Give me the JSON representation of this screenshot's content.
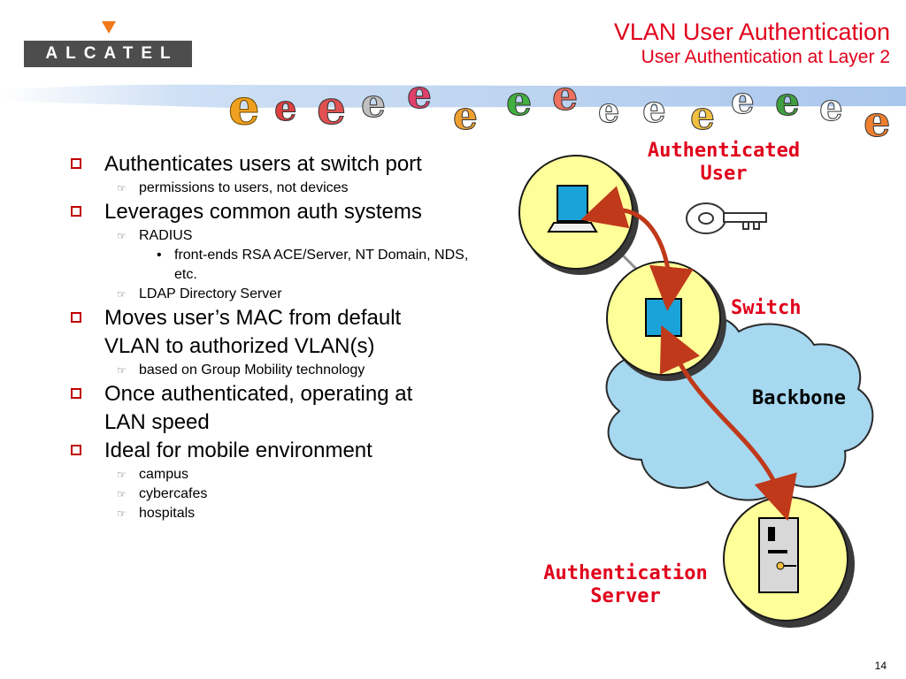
{
  "logo": {
    "brand": "ALCATEL"
  },
  "header": {
    "title": "VLAN User Authentication",
    "subtitle": "User Authentication at Layer 2"
  },
  "bullets": [
    {
      "text": "Authenticates users at switch port",
      "subs": [
        {
          "text": "permissions to users, not devices"
        }
      ]
    },
    {
      "text": "Leverages common auth systems",
      "subs": [
        {
          "text": "RADIUS",
          "subs": [
            {
              "text": "front-ends RSA ACE/Server, NT Domain, NDS, etc."
            }
          ]
        },
        {
          "text": "LDAP Directory Server"
        }
      ]
    },
    {
      "text": "Moves user’s MAC from default VLAN to authorized VLAN(s)",
      "subs": [
        {
          "text": "based on Group Mobility technology"
        }
      ]
    },
    {
      "text": "Once authenticated, operating at LAN speed"
    },
    {
      "text": "Ideal for mobile environment",
      "subs": [
        {
          "text": "campus"
        },
        {
          "text": "cybercafes"
        },
        {
          "text": "hospitals"
        }
      ]
    }
  ],
  "diagram": {
    "user_label": [
      "Authenticated",
      "User"
    ],
    "switch_label": "Switch",
    "backbone_label": "Backbone",
    "server_label": [
      "Authentication",
      "Server"
    ],
    "colors": {
      "node_fill": "#ffff99",
      "cloud_fill": "#a6d8f0",
      "arrow": "#c0391b",
      "title": "#e0001b"
    },
    "icons": [
      "computer-icon",
      "switch-icon",
      "server-icon",
      "key-icon"
    ]
  },
  "page_number": "14"
}
